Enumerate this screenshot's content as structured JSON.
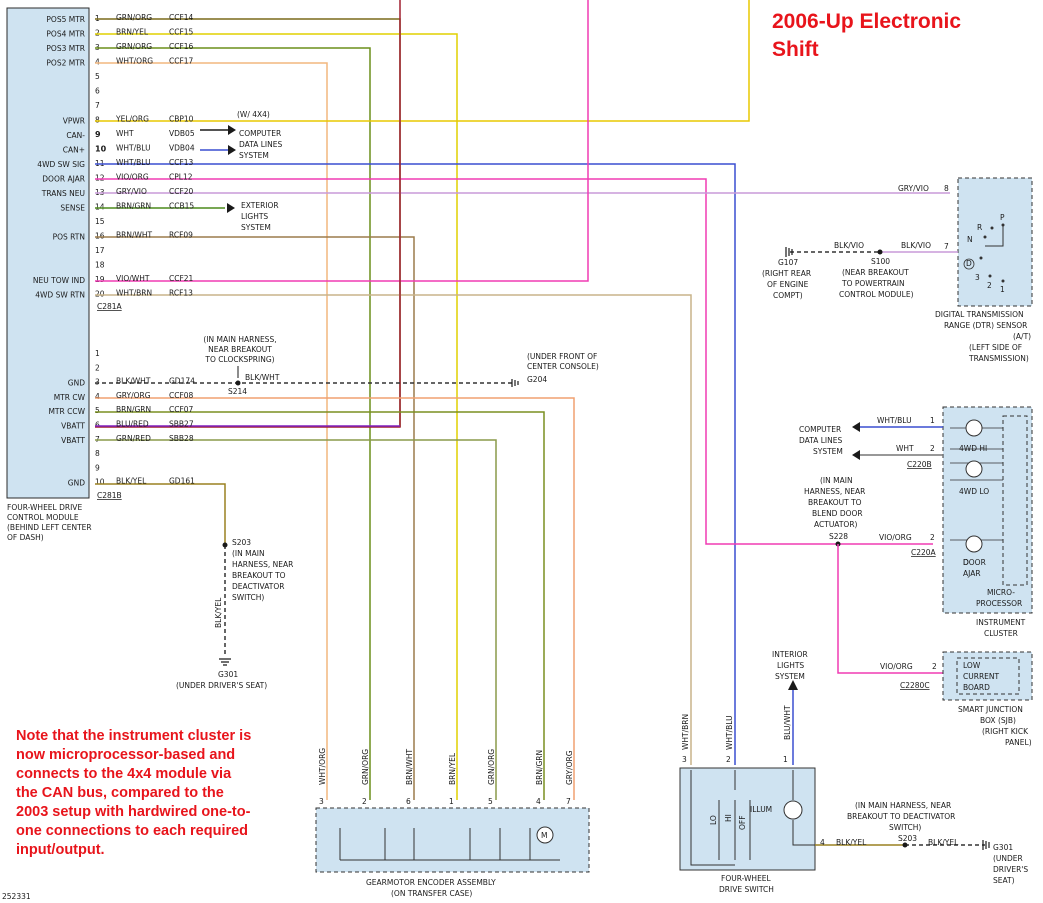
{
  "title": {
    "line1": "2006-Up Electronic",
    "line2": "Shift"
  },
  "note": [
    "Note that the instrument cluster is",
    "now microprocessor-based and",
    "connects to the 4x4 module via",
    "the CAN bus, compared to the",
    "2003 setup with hardwired one-to-",
    "one connections to each required",
    "input/output."
  ],
  "figure_id": "252331",
  "module": {
    "name": [
      "FOUR-WHEEL DRIVE",
      "CONTROL MODULE",
      "(BEHIND LEFT CENTER",
      "OF DASH)"
    ],
    "connector_a": "C281A",
    "connector_b": "C281B",
    "pins_a": [
      {
        "pin": "1",
        "label": "POS5 MTR",
        "color": "GRN/ORG",
        "circuit": "CCF14"
      },
      {
        "pin": "2",
        "label": "POS4 MTR",
        "color": "BRN/YEL",
        "circuit": "CCF15"
      },
      {
        "pin": "3",
        "label": "POS3 MTR",
        "color": "GRN/ORG",
        "circuit": "CCF16"
      },
      {
        "pin": "4",
        "label": "POS2 MTR",
        "color": "WHT/ORG",
        "circuit": "CCF17"
      },
      {
        "pin": "5",
        "label": "",
        "color": "",
        "circuit": ""
      },
      {
        "pin": "6",
        "label": "",
        "color": "",
        "circuit": ""
      },
      {
        "pin": "7",
        "label": "",
        "color": "",
        "circuit": ""
      },
      {
        "pin": "8",
        "label": "VPWR",
        "color": "YEL/ORG",
        "circuit": "CBP10"
      },
      {
        "pin": "9",
        "label": "CAN-",
        "color": "WHT",
        "circuit": "VDB05"
      },
      {
        "pin": "10",
        "label": "CAN+",
        "color": "WHT/BLU",
        "circuit": "VDB04"
      },
      {
        "pin": "11",
        "label": "4WD SW SIG",
        "color": "WHT/BLU",
        "circuit": "CCF13"
      },
      {
        "pin": "12",
        "label": "DOOR AJAR",
        "color": "VIO/ORG",
        "circuit": "CPL12"
      },
      {
        "pin": "13",
        "label": "TRANS NEU",
        "color": "GRY/VIO",
        "circuit": "CCF20"
      },
      {
        "pin": "14",
        "label": "SENSE",
        "color": "BRN/GRN",
        "circuit": "CCB15"
      },
      {
        "pin": "15",
        "label": "",
        "color": "",
        "circuit": ""
      },
      {
        "pin": "16",
        "label": "POS RTN",
        "color": "BRN/WHT",
        "circuit": "RCF09"
      },
      {
        "pin": "17",
        "label": "",
        "color": "",
        "circuit": ""
      },
      {
        "pin": "18",
        "label": "",
        "color": "",
        "circuit": ""
      },
      {
        "pin": "19",
        "label": "NEU TOW IND",
        "color": "VIO/WHT",
        "circuit": "CCF21"
      },
      {
        "pin": "20",
        "label": "4WD SW RTN",
        "color": "WHT/BRN",
        "circuit": "RCF13"
      }
    ],
    "pins_b": [
      {
        "pin": "1",
        "label": "",
        "color": "",
        "circuit": ""
      },
      {
        "pin": "2",
        "label": "",
        "color": "",
        "circuit": ""
      },
      {
        "pin": "3",
        "label": "GND",
        "color": "BLK/WHT",
        "circuit": "GD174"
      },
      {
        "pin": "4",
        "label": "MTR CW",
        "color": "GRY/ORG",
        "circuit": "CCF08"
      },
      {
        "pin": "5",
        "label": "MTR CCW",
        "color": "BRN/GRN",
        "circuit": "CCF07"
      },
      {
        "pin": "6",
        "label": "VBATT",
        "color": "BLU/RED",
        "circuit": "SBB27"
      },
      {
        "pin": "7",
        "label": "VBATT",
        "color": "GRN/RED",
        "circuit": "SBB28"
      },
      {
        "pin": "8",
        "label": "",
        "color": "",
        "circuit": ""
      },
      {
        "pin": "9",
        "label": "",
        "color": "",
        "circuit": ""
      },
      {
        "pin": "10",
        "label": "GND",
        "color": "BLK/YEL",
        "circuit": "GD161"
      }
    ],
    "w4x4": "(W/ 4X4)",
    "computer_lines": [
      "COMPUTER",
      "DATA LINES",
      "SYSTEM"
    ],
    "exterior_lights": [
      "EXTERIOR",
      "LIGHTS",
      "SYSTEM"
    ]
  },
  "splices": {
    "s214_note": [
      "(IN MAIN HARNESS,",
      "NEAR BREAKOUT",
      "TO CLOCKSPRING)"
    ],
    "s214": "S214",
    "s214_wire": "BLK/WHT",
    "g204_note": [
      "(UNDER FRONT OF",
      "CENTER CONSOLE)"
    ],
    "g204": "G204",
    "s203": "S203",
    "s203_note": [
      "(IN MAIN",
      "HARNESS, NEAR",
      "BREAKOUT TO",
      "DEACTIVATOR",
      "SWITCH)"
    ],
    "s203_wire": "BLK/YEL",
    "g301": "G301",
    "g301_note": "(UNDER DRIVER'S SEAT)"
  },
  "dtr": {
    "wire": "GRY/VIO",
    "pin8": "8",
    "pin7": "7",
    "s100_wire_left": "BLK/VIO",
    "s100_wire_right": "BLK/VIO",
    "s100": "S100",
    "s100_note": [
      "(NEAR BREAKOUT",
      "TO POWERTRAIN",
      "CONTROL MODULE)"
    ],
    "g107": "G107",
    "g107_note": [
      "(RIGHT REAR",
      "OF ENGINE",
      "COMPT)"
    ],
    "positions": [
      "P",
      "R",
      "N",
      "D",
      "3",
      "2",
      "1"
    ],
    "name": [
      "DIGITAL TRANSMISSION",
      "RANGE (DTR) SENSOR",
      "(A/T)",
      "(LEFT SIDE OF",
      "TRANSMISSION)"
    ]
  },
  "cluster": {
    "computer_lines": [
      "COMPUTER",
      "DATA LINES",
      "SYSTEM"
    ],
    "wire1": "WHT/BLU",
    "wire2": "WHT",
    "pin1": "1",
    "pin2": "2",
    "c220b": "C220B",
    "s228_note": [
      "(IN MAIN",
      "HARNESS, NEAR",
      "BREAKOUT TO",
      "BLEND DOOR",
      "ACTUATOR)"
    ],
    "s228": "S228",
    "door_wire": "VIO/ORG",
    "door_pin": "2",
    "c220a": "C220A",
    "lamps": [
      "4WD HI",
      "4WD LO",
      "DOOR AJAR"
    ],
    "micro": [
      "MICRO-",
      "PROCESSOR"
    ],
    "name": [
      "INSTRUMENT",
      "CLUSTER"
    ]
  },
  "sjb": {
    "wire": "VIO/ORG",
    "pin": "2",
    "label": [
      "LOW",
      "CURRENT",
      "BOARD"
    ],
    "connector": "C2280C",
    "name": [
      "SMART JUNCTION",
      "BOX (SJB)",
      "(RIGHT KICK",
      "PANEL)"
    ]
  },
  "gearmotor": {
    "wires": [
      {
        "pin": "3",
        "color": "WHT/ORG"
      },
      {
        "pin": "2",
        "color": "GRN/ORG"
      },
      {
        "pin": "6",
        "color": "BRN/WHT"
      },
      {
        "pin": "1",
        "color": "BRN/YEL"
      },
      {
        "pin": "5",
        "color": "GRN/ORG"
      },
      {
        "pin": "4",
        "color": "BRN/GRN"
      },
      {
        "pin": "7",
        "color": "GRY/ORG"
      }
    ],
    "motor": "M",
    "name": [
      "GEARMOTOR ENCODER ASSEMBLY",
      "(ON TRANSFER CASE)"
    ]
  },
  "switch": {
    "wires": [
      {
        "pin": "3",
        "color": "WHT/BRN"
      },
      {
        "pin": "2",
        "color": "WHT/BLU"
      },
      {
        "pin": "1",
        "color": "BLU/WHT"
      }
    ],
    "interior_lights": [
      "INTERIOR",
      "LIGHTS",
      "SYSTEM"
    ],
    "positions": [
      "LO",
      "HI",
      "OFF",
      "ILLUM"
    ],
    "pin4": "4",
    "pin4_wire": "BLK/YEL",
    "s203": "S203",
    "s203_wire": "BLK/YEL",
    "s203_note": [
      "(IN MAIN HARNESS, NEAR",
      "BREAKOUT TO DEACTIVATOR",
      "SWITCH)"
    ],
    "g301": "G301",
    "g301_note": [
      "(UNDER",
      "DRIVER'S",
      "SEAT)"
    ],
    "name": [
      "FOUR-WHEEL",
      "DRIVE SWITCH"
    ]
  }
}
